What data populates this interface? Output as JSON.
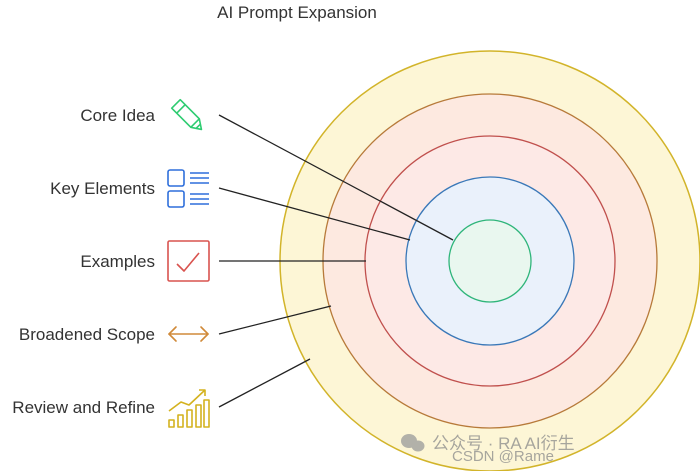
{
  "title": "AI Prompt Expansion",
  "layers": [
    {
      "label": "Core Idea",
      "icon": "pencil-icon",
      "icon_color": "#2ecc71",
      "ring_stroke": "#2fb57a",
      "ring_fill": "#e9f7ef"
    },
    {
      "label": "Key Elements",
      "icon": "checklist-icon",
      "icon_color": "#2f6fdb",
      "ring_stroke": "#3a78b8",
      "ring_fill": "#eaf1fb"
    },
    {
      "label": "Examples",
      "icon": "checkbox-check-icon",
      "icon_color": "#d9534f",
      "ring_stroke": "#c0504d",
      "ring_fill": "#fde9e6"
    },
    {
      "label": "Broadened Scope",
      "icon": "double-arrow-icon",
      "icon_color": "#d08a3a",
      "ring_stroke": "#b77a3a",
      "ring_fill": "#fde9e0"
    },
    {
      "label": "Review and Refine",
      "icon": "growth-chart-icon",
      "icon_color": "#d4b21f",
      "ring_stroke": "#d2b42a",
      "ring_fill": "#fdf6d6"
    }
  ],
  "watermark": {
    "line1": "公众号 · RA AI衍生",
    "line2": "CSDN @Rame"
  }
}
